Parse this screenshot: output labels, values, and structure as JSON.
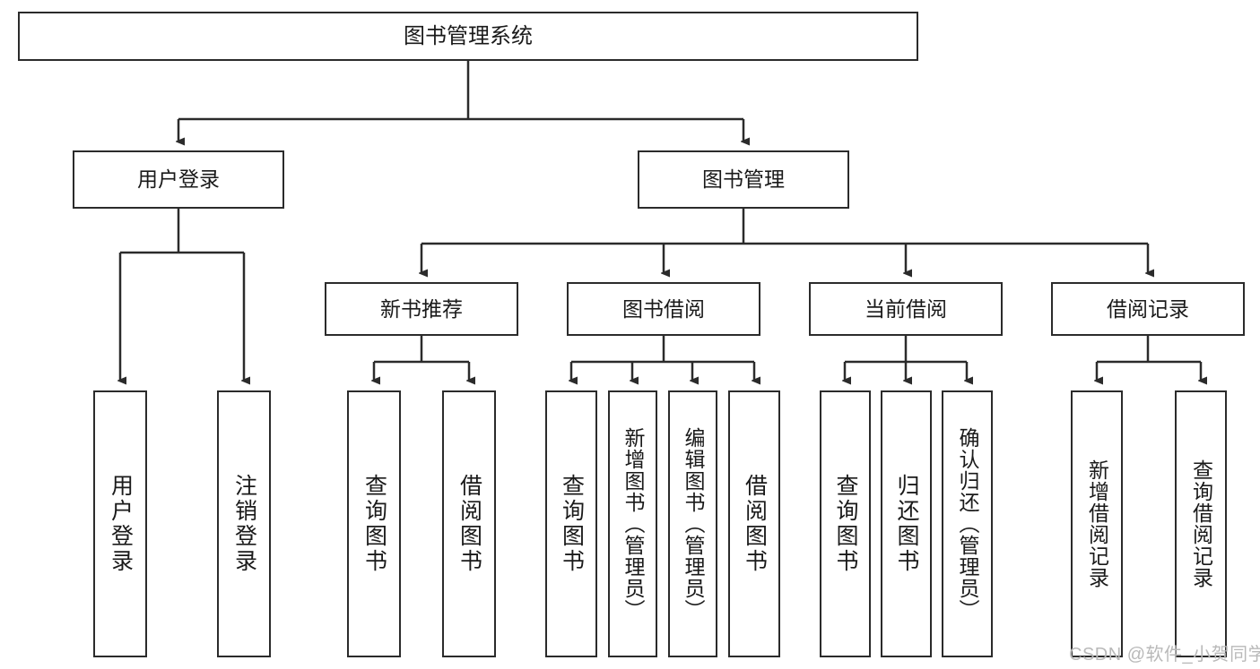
{
  "diagram": {
    "type": "hierarchy-tree",
    "title_node": {
      "label": "图书管理系统"
    },
    "level2": [
      {
        "label": "用户登录"
      },
      {
        "label": "图书管理"
      }
    ],
    "level3": [
      {
        "label": "新书推荐"
      },
      {
        "label": "图书借阅"
      },
      {
        "label": "当前借阅"
      },
      {
        "label": "借阅记录"
      }
    ],
    "leaves": {
      "user_login": [
        {
          "label": "用户登录"
        },
        {
          "label": "注销登录"
        }
      ],
      "new_book_recommend": [
        {
          "label": "查询图书"
        },
        {
          "label": "借阅图书"
        }
      ],
      "book_borrow": [
        {
          "label": "查询图书"
        },
        {
          "label": "新增图书（管理员）"
        },
        {
          "label": "编辑图书（管理员）"
        },
        {
          "label": "借阅图书"
        }
      ],
      "current_borrow": [
        {
          "label": "查询图书"
        },
        {
          "label": "归还图书"
        },
        {
          "label": "确认归还（管理员）"
        }
      ],
      "borrow_record": [
        {
          "label": "新增借阅记录"
        },
        {
          "label": "查询借阅记录"
        }
      ]
    }
  },
  "watermark": {
    "text": "CSDN @软件_小贺同学"
  },
  "colors": {
    "stroke": "#2b2b2b",
    "background": "#ffffff",
    "text": "#1a1a1a",
    "watermark": "#b9b9b9"
  }
}
